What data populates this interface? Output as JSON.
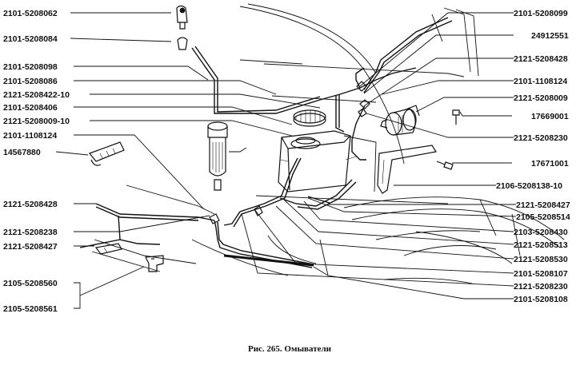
{
  "figure": {
    "caption": "Рис. 265. Омыватели"
  },
  "labels_left": [
    "2101-5208062",
    "2101-5208084",
    "2101-5208098",
    "2101-5208086",
    "2121-5208422-10",
    "2101-5208406",
    "2121-5208009-10",
    "2101-1108124",
    "14567880",
    "2121-5208428",
    "2121-5208238",
    "2121-5208427",
    "2105-5208560",
    "2105-5208561"
  ],
  "labels_right": [
    "2101-5208099",
    "24912551",
    "2121-5208428",
    "2101-1108124",
    "2121-5208009",
    "17669001",
    "2121-5208230",
    "17671001",
    "2106-5208138-10",
    "2121-5208427",
    "2105-5208514",
    "2103-5208430",
    "2121-5208513",
    "2121-5208530",
    "2101-5208107",
    "2121-5208230",
    "2101-5208108"
  ]
}
